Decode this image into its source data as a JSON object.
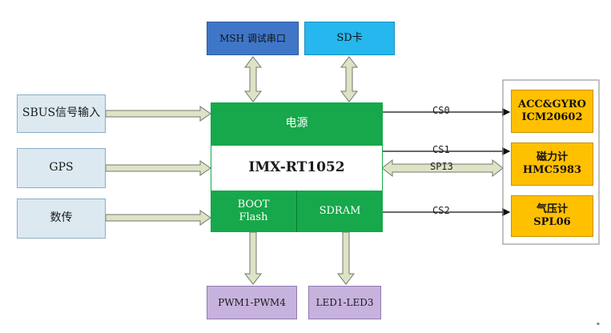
{
  "top_blocks": {
    "msh": "MSH 调试串口",
    "sd": "SD卡"
  },
  "inputs": [
    "SBUS信号输入",
    "GPS",
    "数传"
  ],
  "mcu": {
    "power": "电源",
    "name": "IMX-RT1052",
    "boot_line1": "BOOT",
    "boot_line2": "Flash",
    "sdram": "SDRAM"
  },
  "bottom_blocks": {
    "pwm": "PWM1-PWM4",
    "led": "LED1-LED3"
  },
  "sensors": [
    {
      "line1": "ACC&GYRO",
      "line2": "ICM20602"
    },
    {
      "line1": "磁力计",
      "line2": "HMC5983"
    },
    {
      "line1": "气压计",
      "line2": "SPL06"
    }
  ],
  "bus_labels": {
    "cs0": "CS0",
    "cs1": "CS1",
    "spi": "SPI3",
    "cs2": "CS2"
  },
  "colors": {
    "mcu_green": "#16a84a",
    "sensor_orange": "#ffc000",
    "input_blue": "#dce9f1",
    "msh_blue": "#3f76c8",
    "sd_cyan": "#25b7ee",
    "output_purple": "#c7b2dd",
    "arrow_fill": "#dfe3c6"
  }
}
